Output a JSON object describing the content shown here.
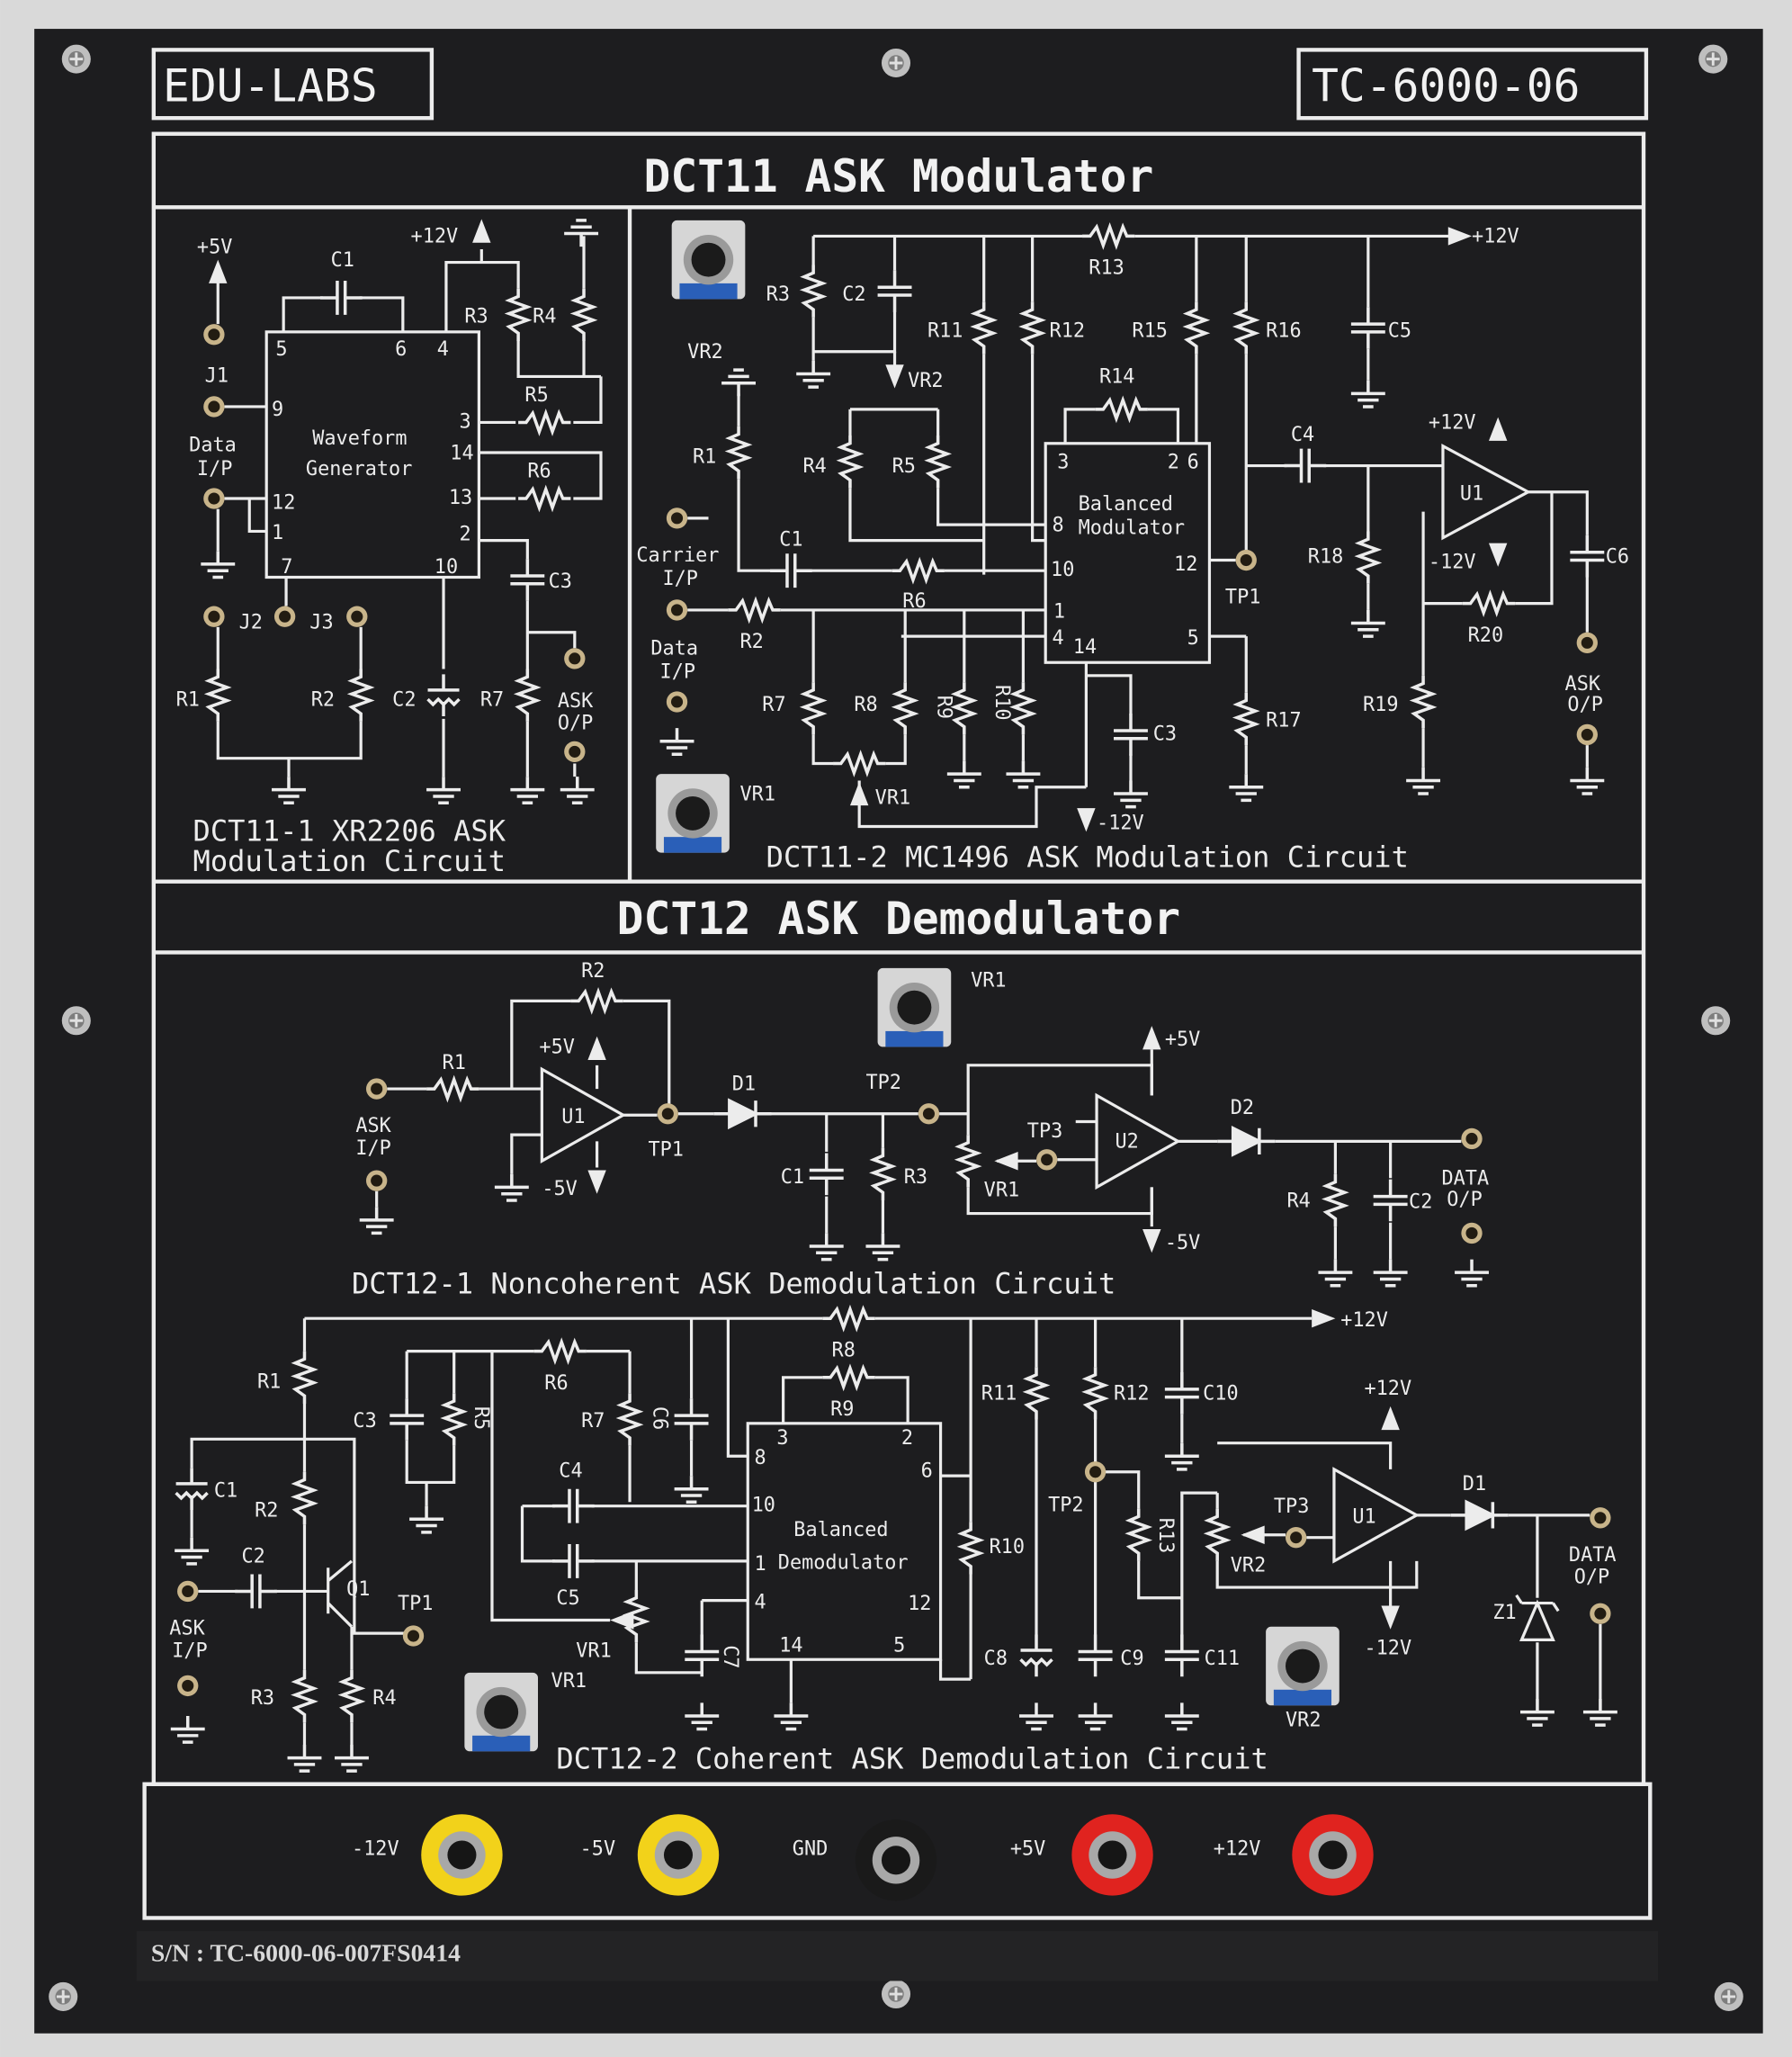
{
  "header": {
    "brand": "EDU-LABS",
    "model": "TC-6000-06"
  },
  "dct11": {
    "title": "DCT11 ASK Modulator",
    "sub1": {
      "caption_line1": "DCT11-1 XR2206 ASK",
      "caption_line2": "Modulation Circuit",
      "p5v": "+5V",
      "p12v": "+12V",
      "j1": "J1",
      "j2": "J2",
      "j3": "J3",
      "data_ip_1": "Data",
      "data_ip_2": "I/P",
      "ic_line1": "Waveform",
      "ic_line2": "Generator",
      "pin5": "5",
      "pin6": "6",
      "pin4": "4",
      "pin9": "9",
      "pin12": "12",
      "pin1": "1",
      "pin7": "7",
      "pin10": "10",
      "pin3": "3",
      "pin14": "14",
      "pin13": "13",
      "pin2": "2",
      "c1": "C1",
      "c2": "C2",
      "c3": "C3",
      "r1": "R1",
      "r2": "R2",
      "r3": "R3",
      "r4": "R4",
      "r5": "R5",
      "r6": "R6",
      "r7": "R7",
      "ask_op_1": "ASK",
      "ask_op_2": "O/P"
    },
    "sub2": {
      "caption": "DCT11-2 MC1496 ASK Modulation Circuit",
      "vr1": "VR1",
      "vr2": "VR2",
      "vr1b": "VR1",
      "vr2b": "VR2",
      "r1": "R1",
      "r2": "R2",
      "r3": "R3",
      "r4": "R4",
      "r5": "R5",
      "r6": "R6",
      "r7": "R7",
      "r8": "R8",
      "r9": "R9",
      "r10": "R10",
      "r11": "R11",
      "r12": "R12",
      "r13": "R13",
      "r14": "R14",
      "r15": "R15",
      "r16": "R16",
      "r17": "R17",
      "r18": "R18",
      "r19": "R19",
      "r20": "R20",
      "c1": "C1",
      "c2": "C2",
      "c3": "C3",
      "c4": "C4",
      "c5": "C5",
      "c6": "C6",
      "p12v": "+12V",
      "p12v_b": "+12V",
      "m12v": "-12V",
      "m12v_b": "-12V",
      "carrier_1": "Carrier",
      "carrier_2": "I/P",
      "data_1": "Data",
      "data_2": "I/P",
      "ic_line1": "Balanced",
      "ic_line2": "Modulator",
      "pin3": "3",
      "pin2": "2",
      "pin6": "6",
      "pin8": "8",
      "pin10": "10",
      "pin12": "12",
      "pin1": "1",
      "pin4": "4",
      "pin14": "14",
      "pin5": "5",
      "tp1": "TP1",
      "u1": "U1",
      "ask_op_1": "ASK",
      "ask_op_2": "O/P"
    }
  },
  "dct12": {
    "title": "DCT12 ASK Demodulator",
    "sub1": {
      "caption": "DCT12-1 Noncoherent ASK Demodulation Circuit",
      "r1": "R1",
      "r2": "R2",
      "r3": "R3",
      "r4": "R4",
      "c1": "C1",
      "c2": "C2",
      "ask_ip_1": "ASK",
      "ask_ip_2": "I/P",
      "u1": "U1",
      "u2": "U2",
      "p5v": "+5V",
      "m5v": "-5V",
      "p5v_b": "+5V",
      "m5v_b": "-5V",
      "tp1": "TP1",
      "tp2": "TP2",
      "tp3": "TP3",
      "d1": "D1",
      "d2": "D2",
      "vr1": "VR1",
      "vr1b": "VR1",
      "data_op_1": "DATA",
      "data_op_2": "O/P"
    },
    "sub2": {
      "caption": "DCT12-2 Coherent ASK Demodulation Circuit",
      "p12v": "+12V",
      "p12v_b": "+12V",
      "m12v": "-12V",
      "r1": "R1",
      "r2": "R2",
      "r3": "R3",
      "r4": "R4",
      "r5": "R5",
      "r6": "R6",
      "r7": "R7",
      "r8": "R8",
      "r9": "R9",
      "r10": "R10",
      "r11": "R11",
      "r12": "R12",
      "r13": "R13",
      "c1": "C1",
      "c2": "C2",
      "c3": "C3",
      "c4": "C4",
      "c5": "C5",
      "c6": "C6",
      "c7": "C7",
      "c8": "C8",
      "c9": "C9",
      "c10": "C10",
      "c11": "C11",
      "q1": "Q1",
      "tp1": "TP1",
      "tp2": "TP2",
      "tp3": "TP3",
      "vr1": "VR1",
      "vr2": "VR2",
      "vr1b": "VR1",
      "vr2b": "VR2",
      "ask_ip_1": "ASK",
      "ask_ip_2": "I/P",
      "ic_line1": "Balanced",
      "ic_line2": "Demodulator",
      "pin3": "3",
      "pin2": "2",
      "pin6": "6",
      "pin8": "8",
      "pin10": "10",
      "pin1": "1",
      "pin4": "4",
      "pin12": "12",
      "pin14": "14",
      "pin5": "5",
      "u1": "U1",
      "d1": "D1",
      "z1": "Z1",
      "data_op_1": "DATA",
      "data_op_2": "O/P"
    }
  },
  "power": {
    "jacks": [
      {
        "label": "-12V",
        "color": "#f2d21a"
      },
      {
        "label": "-5V",
        "color": "#f2d21a"
      },
      {
        "label": "GND",
        "color": "#1a1a1a"
      },
      {
        "label": "+5V",
        "color": "#e0231f"
      },
      {
        "label": "+12V",
        "color": "#e0231f"
      }
    ]
  },
  "serial": "S/N : TC-6000-06-007FS0414"
}
